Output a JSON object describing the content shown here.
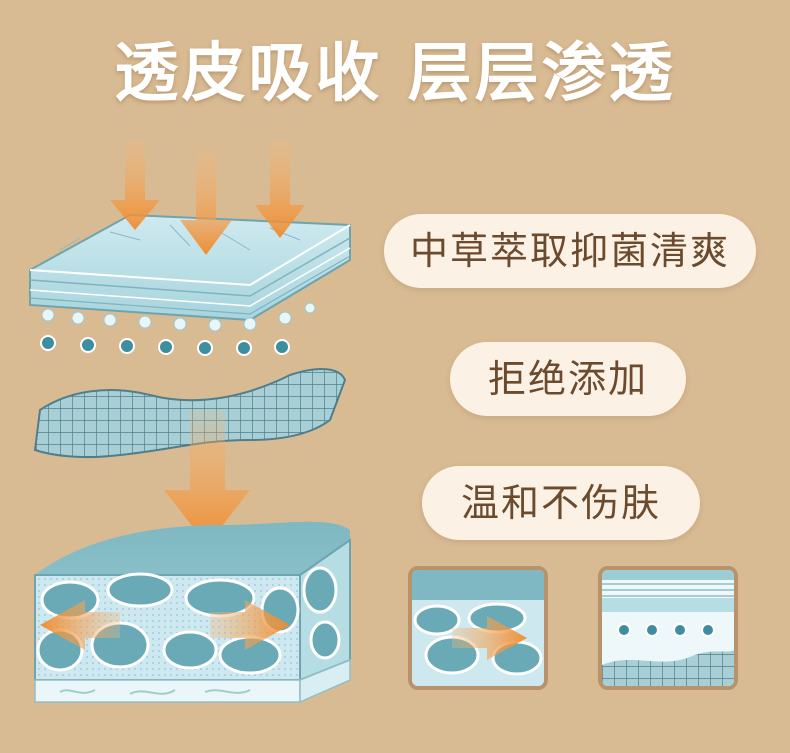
{
  "title": "透皮吸收 层层渗透",
  "features": [
    {
      "label": "中草萃取抑菌清爽"
    },
    {
      "label": "拒绝添加"
    },
    {
      "label": "温和不伤肤"
    }
  ],
  "illustration": {
    "layers": [
      "surface-layer-icon",
      "mesh-layer-icon",
      "absorbent-core-icon"
    ],
    "arrow_color": "#f08a2a",
    "layer_color": "#8fc7cf"
  },
  "thumbnails": [
    "core-absorption-detail",
    "surface-layer-detail"
  ],
  "colors": {
    "background": "#d9bb93",
    "pill_background": "#fbf1e4",
    "pill_text": "#6b4a2e",
    "title_text": "#ffffff"
  }
}
